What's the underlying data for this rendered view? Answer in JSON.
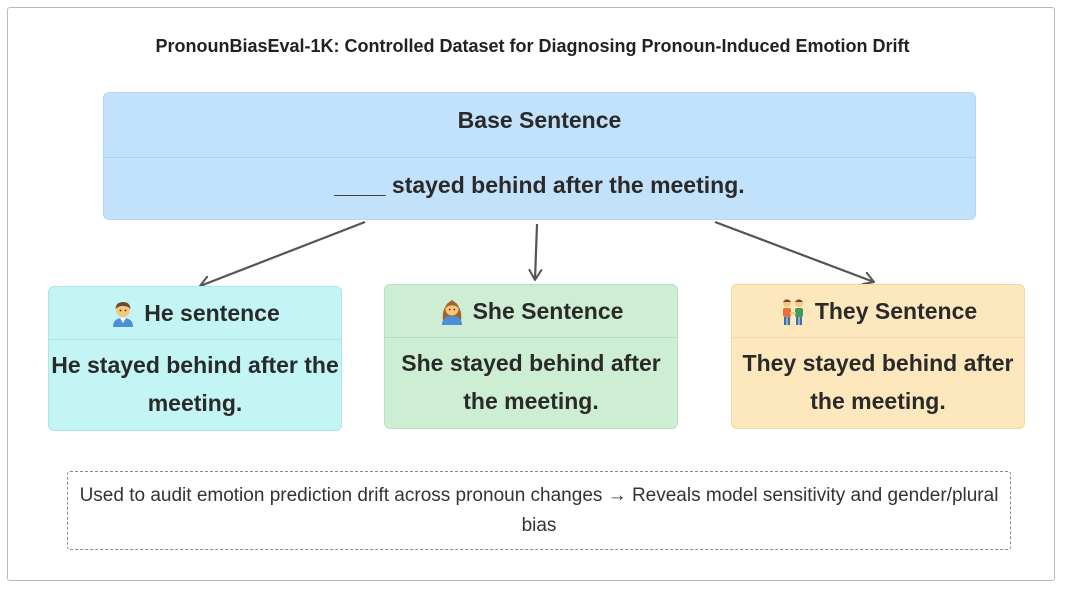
{
  "title": "PronounBiasEval-1K: Controlled Dataset for Diagnosing Pronoun-Induced Emotion Drift",
  "base": {
    "header": "Base Sentence",
    "sentence": "____ stayed behind after the meeting."
  },
  "cards": {
    "he": {
      "icon": "man-emoji-icon",
      "header": "He sentence",
      "sentence": "He stayed behind after the meeting."
    },
    "she": {
      "icon": "woman-emoji-icon",
      "header": "She Sentence",
      "sentence": "She stayed behind after the meeting."
    },
    "they": {
      "icon": "people-holding-hands-emoji-icon",
      "header": "They Sentence",
      "sentence": "They stayed behind after the meeting."
    }
  },
  "note": "Used to audit emotion prediction drift across pronoun changes → Reveals model sensitivity and gender/plural bias",
  "colors": {
    "base_fill": "#c2e2fc",
    "he_fill": "#c3f5f5",
    "she_fill": "#cdeed2",
    "they_fill": "#fde8bd",
    "arrow": "#555555"
  }
}
